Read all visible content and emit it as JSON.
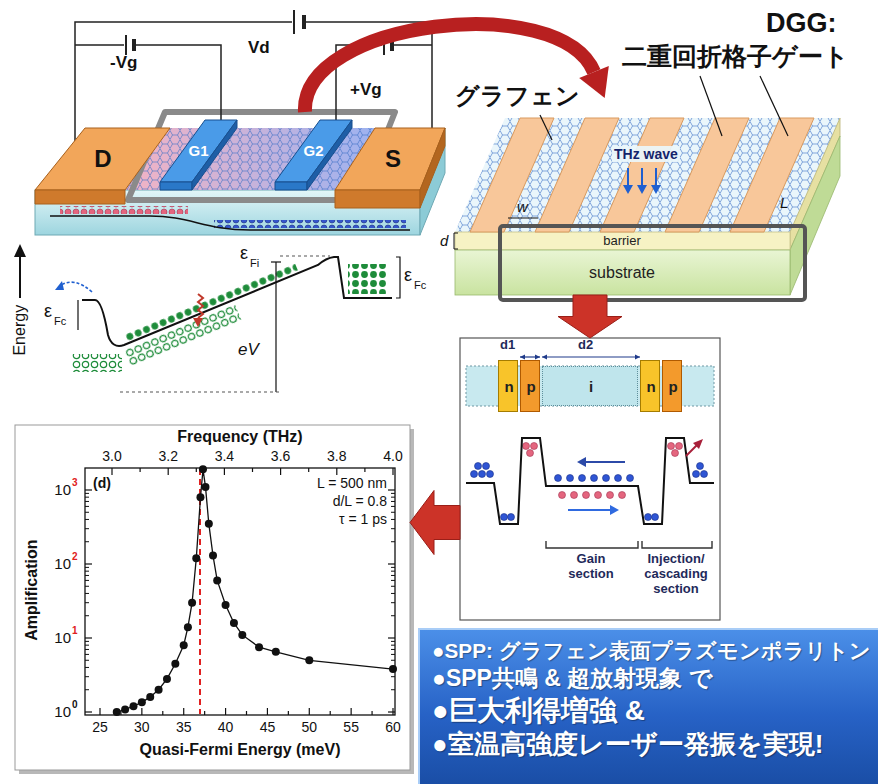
{
  "diagram": {
    "nodes": [
      {
        "text": [
          "D"
        ]
      },
      {
        "text": [
          "G1"
        ]
      },
      {
        "text": [
          "G2"
        ]
      },
      {
        "text": [
          "S"
        ]
      },
      {
        "text": [
          "barrier"
        ]
      },
      {
        "text": [
          "substrate"
        ]
      },
      {
        "text": [
          "d1",
          "d2",
          "Gain section",
          "Injection/ cascading section"
        ]
      },
      {
        "text": [
          "n"
        ],
        "in": 6
      },
      {
        "text": [
          "p"
        ],
        "in": 6
      },
      {
        "text": [
          "i"
        ],
        "in": 6
      },
      {
        "text": [
          "n"
        ],
        "in": 6
      },
      {
        "text": [
          "p"
        ],
        "in": 6
      },
      {
        "text": [
          "Frequency (THz)",
          "Amplification",
          "Quasi-Fermi Energy (meV)"
        ]
      },
      {
        "text": [
          "●SPP: グラフェン表面プラズモンポラリトン",
          "●SPP共鳴 & 超放射現象 で",
          "●巨大利得増強 &",
          "●室温高強度レーザー発振を実現!"
        ]
      }
    ],
    "edges": [
      {
        "from": 5,
        "to": 6,
        "arrow": "to"
      },
      {
        "from": 6,
        "to": 12,
        "arrow": "to"
      }
    ],
    "labels": [
      "Vd",
      "-Vg",
      "+Vg",
      "Energy",
      "ε",
      "Fc",
      "ε",
      "Fi",
      "ε",
      "Fc",
      "eV",
      "DGG:",
      "二重回折格子ゲート",
      "グラフェン",
      "THz wave",
      "w",
      "d",
      "L",
      "3.0",
      "3.2",
      "3.4",
      "3.6",
      "3.8",
      "4.0",
      "(d)",
      "L = 500 nm",
      "d/L = 0.8",
      "τ = 1 ps",
      "10",
      "3",
      "10",
      "2",
      "10",
      "1",
      "10",
      "0",
      "25",
      "30",
      "35",
      "40",
      "45",
      "50",
      "55",
      "60"
    ]
  }
}
